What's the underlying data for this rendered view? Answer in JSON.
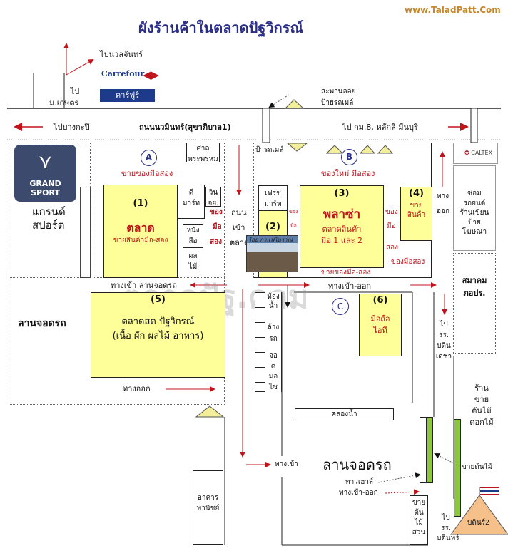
{
  "site": "www.TaladPatt.Com",
  "title": "ผังร้านค้าในตลาดปัฐวิกรณ์",
  "watermark": "ตลาดปัฐ.คอม",
  "north": {
    "nuanchan": "ไปนวลจันทร์",
    "kaset1": "ไป",
    "kaset2": "ม.เกษตร",
    "carrefour": "Carrefour",
    "carrefour_th": "คาร์ฟูร์",
    "bridge1": "สะพานลอย",
    "bridge2": "ป้ายรถเมล์"
  },
  "road": {
    "left": "ไปบางกะปิ",
    "name": "ถนนนวมินทร์(สุขาภิบาล1)",
    "right": "ไป กม.8, หลักสี่ มีนบุรี"
  },
  "zoneA": {
    "label": "A",
    "sign": "ขายของมือสอง",
    "shrine": [
      "ศาล",
      "พระพรหม"
    ],
    "grand_sport": "GRAND SPORT",
    "grand_sport_th": [
      "แกรนด์",
      "สปอร์ต"
    ]
  },
  "stall1": {
    "num": "(1)",
    "name": "ตลาด",
    "desc": "ขายสินค้ามือ-สอง",
    "dmart": [
      "ดี",
      "มาร์ท"
    ],
    "win": [
      "วิน",
      "จย."
    ],
    "book": [
      "หนัง",
      "สือ"
    ],
    "fruit": [
      "ผล",
      "ไม้"
    ],
    "side": [
      "ของ",
      "มือ",
      "สอง"
    ]
  },
  "entry_road": [
    "ถนน",
    "เข้า",
    "ตลาด"
  ],
  "zoneB": {
    "label": "B",
    "bus": "ป้ารถเมล์",
    "sign": "ของใหม่ มือสอง",
    "fresh": [
      "เฟรช",
      "มาร์ท"
    ],
    "num2": "(2)",
    "photo_caption": "ร้อย กาแฟโบราณ",
    "num3": "(3)",
    "name3": "พลาซ่า",
    "desc3a": "ตลาดสินค้า",
    "desc3b": "มือ 1 และ 2",
    "bottom3": "ขายของมือ-สอง",
    "side3": [
      "ของ",
      "มือ",
      "สอง"
    ],
    "small_side": [
      "ของ",
      "มือ"
    ],
    "num4": "(4)",
    "desc4": [
      "ขาย",
      "สินค้า"
    ],
    "right_sign": "ของมือสอง",
    "exit": [
      "ทาง",
      "ออก"
    ]
  },
  "right": {
    "caltex": "CALTEX",
    "repair": [
      "ซ่อม",
      "รถยนต์",
      "ร้านเขียน",
      "ป้าย",
      "โฆษณา"
    ],
    "assoc": [
      "สมาคม",
      "ภอปร."
    ],
    "to_school1": [
      "ไป",
      "รร.",
      "บดินเดชา"
    ],
    "plant_shop": [
      "ร้าน",
      "ขาย",
      "ต้นไม้",
      "ดอกไม้"
    ],
    "plant_sell": "ขายต้นไม้",
    "bodin2": "บดินร์2",
    "to_school2": [
      "ไป",
      "รร.",
      "บดินทร์"
    ],
    "garden": [
      "ขาย",
      "ต้น",
      "ไม้",
      "สวน"
    ]
  },
  "zone5": {
    "parking": "ลานจอดรถ",
    "entry": "ทางเข้า ลานจอดรถ",
    "num": "(5)",
    "desc1": "ตลาดสด ปัฐวิกรณ์",
    "desc2": "(เนื้อ ผัก ผลไม้ อาหาร)",
    "exit": "ทางออก"
  },
  "zoneC": {
    "label": "C",
    "entry_exit": "ทางเข้า-ออก",
    "toilet": [
      "ห้อง",
      "น้ำ"
    ],
    "wash": [
      "ล้าง",
      "รถ"
    ],
    "moto": [
      "จอ",
      "ด",
      "มอ",
      "ไซ"
    ],
    "num6": "(6)",
    "desc6": [
      "มือถือ",
      "ไอที"
    ],
    "canal": "คลองน้ำ",
    "parking": "ลานจอดรถ",
    "townhouse": "ทาวเฮาส์",
    "entry_exit2": "ทางเข้า-ออก",
    "entry": "ทางเข้า",
    "commercial": [
      "อาคาร",
      "พานิชย์"
    ]
  }
}
